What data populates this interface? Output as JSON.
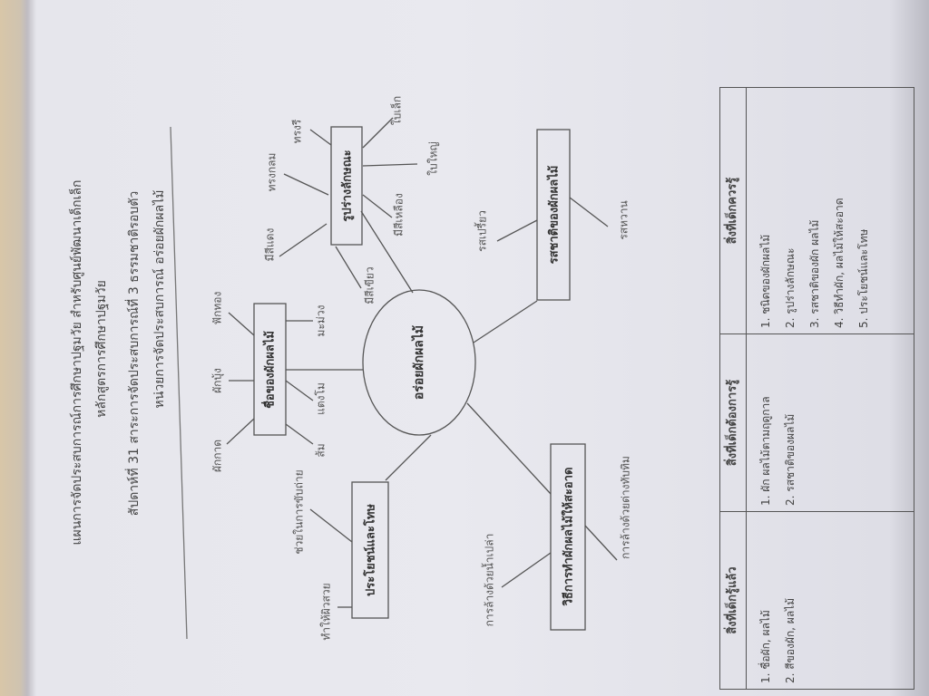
{
  "header": {
    "line1": "แผนการจัดประสบการณ์การศึกษาปฐมวัย สำหรับศูนย์พัฒนาเด็กเล็ก",
    "line2": "หลักสูตรการศึกษาปฐมวัย",
    "line3": "สัปดาห์ที่ 31 สาระการจัดประสบการณ์ที่ 3 ธรรมชาติรอบตัว",
    "line4": "หน่วยการจัดประสบการณ์ อร่อยผักผลไม้"
  },
  "mindmap": {
    "center": "อร่อยผักผลไม้",
    "shape": {
      "label": "รูปร่างลักษณะ",
      "leaves": [
        "ทรงรี",
        "ทรงกลม",
        "มีสีแดง",
        "มีสีเหลือง",
        "ใบใหญ่",
        "ใบเล็ก",
        "มีสีเขียว"
      ]
    },
    "names": {
      "label": "ชื่อของผักผลไม้",
      "leaves": [
        "ผักกาด",
        "ผักบุ้ง",
        "ฟักทอง",
        "มะม่วง",
        "แตงโม",
        "ส้ม"
      ]
    },
    "taste": {
      "label": "รสชาติของผักผลไม้",
      "leaves": [
        "รสเปรี้ยว",
        "รสหวาน"
      ]
    },
    "benefit": {
      "label": "ประโยชน์และโทษ",
      "leaves": [
        "ช่วยในการขับถ่าย",
        "ทำให้ผิวสวย"
      ]
    },
    "clean": {
      "label": "วิธีการทำผักผลไม้ให้สะอาด",
      "leaves": [
        "การล้างด้วยน้ำเปล่า",
        "การล้างด้วยด่างทับทิม"
      ]
    }
  },
  "table": {
    "known": {
      "header": "สิ่งที่เด็กรู้แล้ว",
      "items": [
        "1. ชื่อผัก, ผลไม้",
        "2. สีของผัก, ผลไม้"
      ]
    },
    "want": {
      "header": "สิ่งที่เด็กต้องการรู้",
      "items": [
        "1. ผัก ผลไม้ตามฤดูกาล",
        "2. รสชาติของผลไม้"
      ]
    },
    "should": {
      "header": "สิ่งที่เด็กควรรู้",
      "items": [
        "1. ชนิดของผักผลไม้",
        "2. รูปร่างลักษณะ",
        "3. รสชาติของผัก ผลไม้",
        "4. วิธีทำผัก, ผลไม้ให้สะอาด",
        "5. ประโยชน์และโทษ"
      ]
    }
  }
}
